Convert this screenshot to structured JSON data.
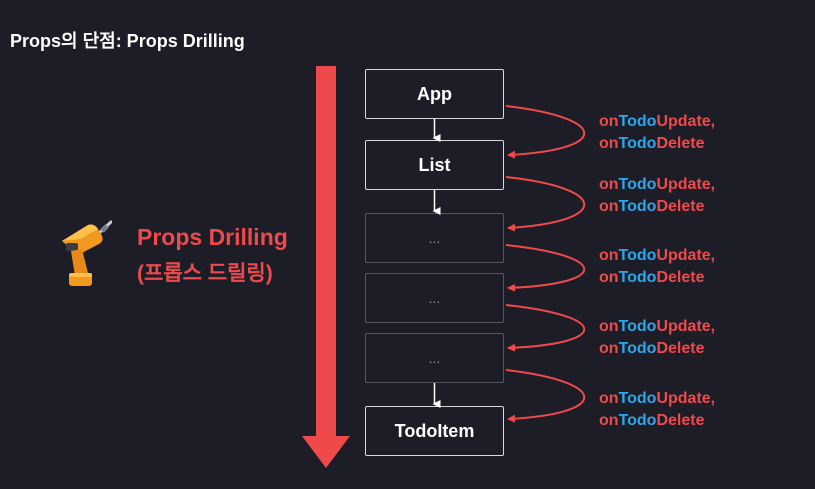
{
  "slide": {
    "title": "Props의 단점: Props Drilling"
  },
  "drilling": {
    "title": "Props Drilling",
    "subtitle": "(프롭스 드릴링)",
    "icon": "power-drill-icon"
  },
  "tree": {
    "nodes": [
      {
        "label": "App"
      },
      {
        "label": "List"
      },
      {
        "label": "..."
      },
      {
        "label": "..."
      },
      {
        "label": "..."
      },
      {
        "label": "TodoItem"
      }
    ]
  },
  "props": {
    "items": [
      {
        "line1": {
          "pre": "on",
          "mid": "Todo",
          "post": "Update,"
        },
        "line2": {
          "pre": "on",
          "mid": "Todo",
          "post": "Delete"
        }
      },
      {
        "line1": {
          "pre": "on",
          "mid": "Todo",
          "post": "Update,"
        },
        "line2": {
          "pre": "on",
          "mid": "Todo",
          "post": "Delete"
        }
      },
      {
        "line1": {
          "pre": "on",
          "mid": "Todo",
          "post": "Update,"
        },
        "line2": {
          "pre": "on",
          "mid": "Todo",
          "post": "Delete"
        }
      },
      {
        "line1": {
          "pre": "on",
          "mid": "Todo",
          "post": "Update,"
        },
        "line2": {
          "pre": "on",
          "mid": "Todo",
          "post": "Delete"
        }
      },
      {
        "line1": {
          "pre": "on",
          "mid": "Todo",
          "post": "Update,"
        },
        "line2": {
          "pre": "on",
          "mid": "Todo",
          "post": "Delete"
        }
      }
    ]
  },
  "colors": {
    "background": "#1c1d26",
    "accent_red": "#ee4a4c",
    "highlight_blue": "#29a8f0",
    "node_border": "#d8d8dc",
    "placeholder_border": "#55565e"
  }
}
